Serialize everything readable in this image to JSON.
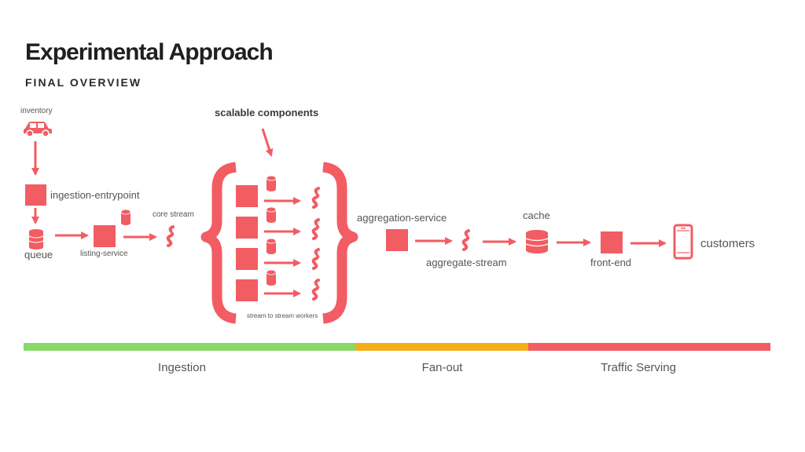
{
  "title": "Experimental Approach",
  "subtitle": "FINAL OVERVIEW",
  "colors": {
    "accent": "#f25c63",
    "ingestion": "#8ad868",
    "fanout": "#f6ad1a",
    "serving": "#f25c63"
  },
  "nodes": {
    "inventory": "inventory",
    "ingestion_entrypoint": "ingestion-entrypoint",
    "queue": "queue",
    "listing_service": "listing-service",
    "core_stream": "core stream",
    "scalable_components": "scalable components",
    "workers_caption": "stream to stream workers",
    "aggregation_service": "aggregation-service",
    "aggregate_stream": "aggregate-stream",
    "cache": "cache",
    "front_end": "front-end",
    "customers": "customers"
  },
  "phases": [
    {
      "label": "Ingestion",
      "color": "#8ad868"
    },
    {
      "label": "Fan-out",
      "color": "#f6ad1a"
    },
    {
      "label": "Traffic Serving",
      "color": "#f25c63"
    }
  ]
}
